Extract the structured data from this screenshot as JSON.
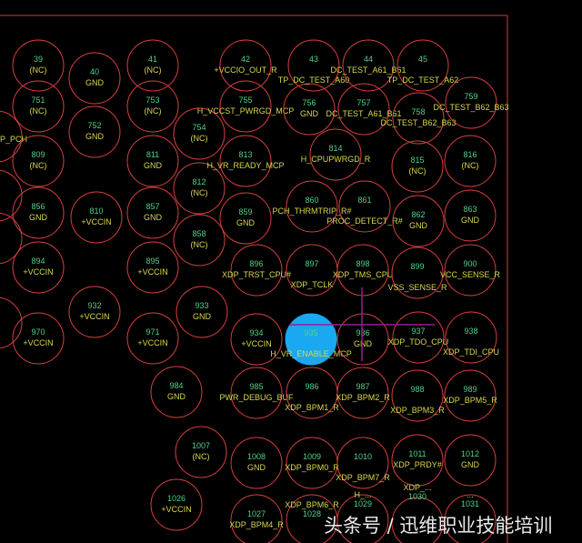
{
  "colors": {
    "background": "#000000",
    "pad_outline": "#d8403f",
    "pad_number": "#4fd18a",
    "net_name": "#d8d84a",
    "selected_pad": "#1aa8f0",
    "crosshair": "#9a1a9a",
    "board_outline": "#c84040"
  },
  "selected_pad": "935",
  "partial_label": "P_PCH",
  "pads": [
    {
      "num": "39",
      "net": "(NC)"
    },
    {
      "num": "40",
      "net": "GND"
    },
    {
      "num": "41",
      "net": "(NC)"
    },
    {
      "num": "42",
      "net": "+VCCIO_OUT_R"
    },
    {
      "num": "43",
      "net": "TP_DC_TEST_A60"
    },
    {
      "num": "44",
      "net": "DC_TEST_A61_B61"
    },
    {
      "num": "45",
      "net": "TP_DC_TEST_A62"
    },
    {
      "num": "751",
      "net": "(NC)"
    },
    {
      "num": "752",
      "net": "GND"
    },
    {
      "num": "753",
      "net": "(NC)"
    },
    {
      "num": "754",
      "net": "(NC)"
    },
    {
      "num": "755",
      "net": "H_VCCST_PWRGD_MCP"
    },
    {
      "num": "756",
      "net": "GND"
    },
    {
      "num": "757",
      "net": "DC_TEST_A61_B61"
    },
    {
      "num": "758",
      "net": "DC_TEST_B62_B63"
    },
    {
      "num": "759",
      "net": "DC_TEST_B62_B63"
    },
    {
      "num": "809",
      "net": "(NC)"
    },
    {
      "num": "811",
      "net": "GND"
    },
    {
      "num": "812",
      "net": "(NC)"
    },
    {
      "num": "813",
      "net": "H_VR_READY_MCP"
    },
    {
      "num": "814",
      "net": "H_CPUPWRGD_R"
    },
    {
      "num": "815",
      "net": "(NC)"
    },
    {
      "num": "816",
      "net": "(NC)"
    },
    {
      "num": "856",
      "net": "GND"
    },
    {
      "num": "810",
      "net": "+VCCIN"
    },
    {
      "num": "857",
      "net": "GND"
    },
    {
      "num": "858",
      "net": "(NC)"
    },
    {
      "num": "859",
      "net": "GND"
    },
    {
      "num": "860",
      "net": "PCH_THRMTRIP_R#"
    },
    {
      "num": "861",
      "net": "PROC_DETECT_R#"
    },
    {
      "num": "862",
      "net": "GND"
    },
    {
      "num": "863",
      "net": "GND"
    },
    {
      "num": "894",
      "net": "+VCCIN"
    },
    {
      "num": "895",
      "net": "+VCCIN"
    },
    {
      "num": "896",
      "net": "XDP_TRST_CPU#"
    },
    {
      "num": "897",
      "net": "XDP_TCLK"
    },
    {
      "num": "898",
      "net": "XDP_TMS_CPU"
    },
    {
      "num": "899",
      "net": "VSS_SENSE_R"
    },
    {
      "num": "900",
      "net": "VCC_SENSE_R"
    },
    {
      "num": "932",
      "net": "+VCCIN"
    },
    {
      "num": "933",
      "net": "GND"
    },
    {
      "num": "970",
      "net": "+VCCIN"
    },
    {
      "num": "971",
      "net": "+VCCIN"
    },
    {
      "num": "934",
      "net": "+VCCIN"
    },
    {
      "num": "935",
      "net": "H_VR_ENABLE_MCP"
    },
    {
      "num": "936",
      "net": "GND"
    },
    {
      "num": "937",
      "net": "XDP_TDO_CPU"
    },
    {
      "num": "938",
      "net": "XDP_TDI_CPU"
    },
    {
      "num": "984",
      "net": "GND"
    },
    {
      "num": "985",
      "net": "PWR_DEBUG_BUF"
    },
    {
      "num": "986",
      "net": "XDP_BPM1_R"
    },
    {
      "num": "987",
      "net": "XDP_BPM2_R"
    },
    {
      "num": "988",
      "net": "XDP_BPM3_R"
    },
    {
      "num": "989",
      "net": "XDP_BPM5_R"
    },
    {
      "num": "1007",
      "net": "(NC)"
    },
    {
      "num": "1008",
      "net": "GND"
    },
    {
      "num": "1009",
      "net": "XDP_BPM0_R"
    },
    {
      "num": "1010",
      "net": "XDP_BPM7_R"
    },
    {
      "num": "1011",
      "net": "XDP_PRDY#"
    },
    {
      "num": "1012",
      "net": "GND"
    },
    {
      "num": "1026",
      "net": "+VCCIN"
    },
    {
      "num": "1027",
      "net": "XDP_BPM4_R"
    },
    {
      "num": "1028",
      "net": "XDP_BPM6_R"
    },
    {
      "num": "1029",
      "net": "H_..."
    },
    {
      "num": "1030",
      "net": "XDP_..."
    },
    {
      "num": "1031",
      "net": "..."
    }
  ],
  "watermark": "头条号 / 迅维职业技能培训"
}
